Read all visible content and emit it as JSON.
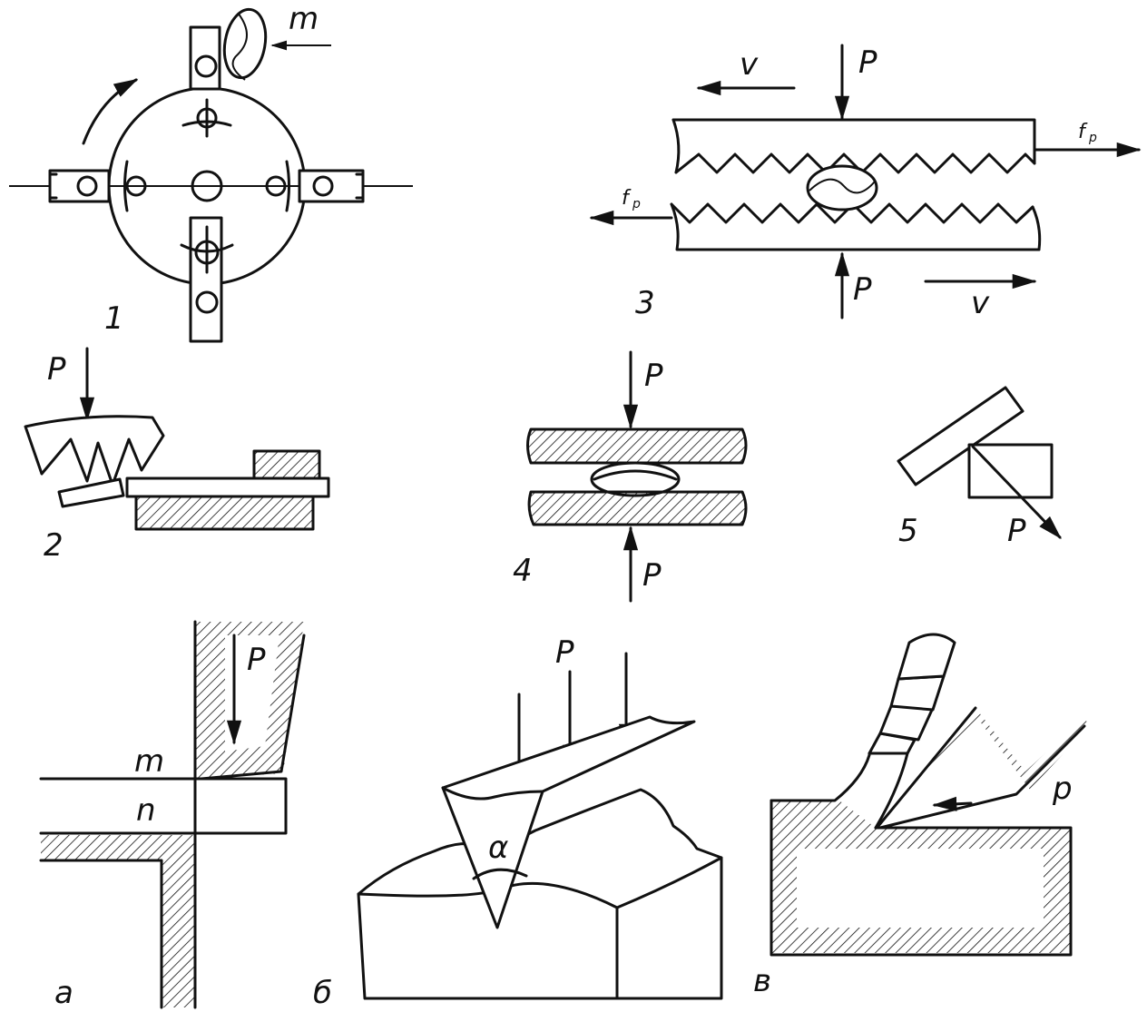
{
  "labels": {
    "m_top": "m",
    "num_1": "1",
    "num_2": "2",
    "num_3": "3",
    "num_4": "4",
    "num_5": "5",
    "P_2": "P",
    "P_3_top": "P",
    "P_3_bottom": "P",
    "v_3_top": "v",
    "v_3_bottom": "v",
    "f_3_right": "f",
    "f_3_right_sub": "p",
    "f_3_left": "f",
    "f_3_left_sub": "p",
    "P_4_top": "P",
    "P_4_bottom": "P",
    "P_5": "P",
    "P_a": "P",
    "m_a": "m",
    "n_a": "n",
    "P_b": "P",
    "alpha_b": "α",
    "p_c": "p",
    "sub_a": "а",
    "sub_b": "б",
    "sub_c": "в"
  }
}
